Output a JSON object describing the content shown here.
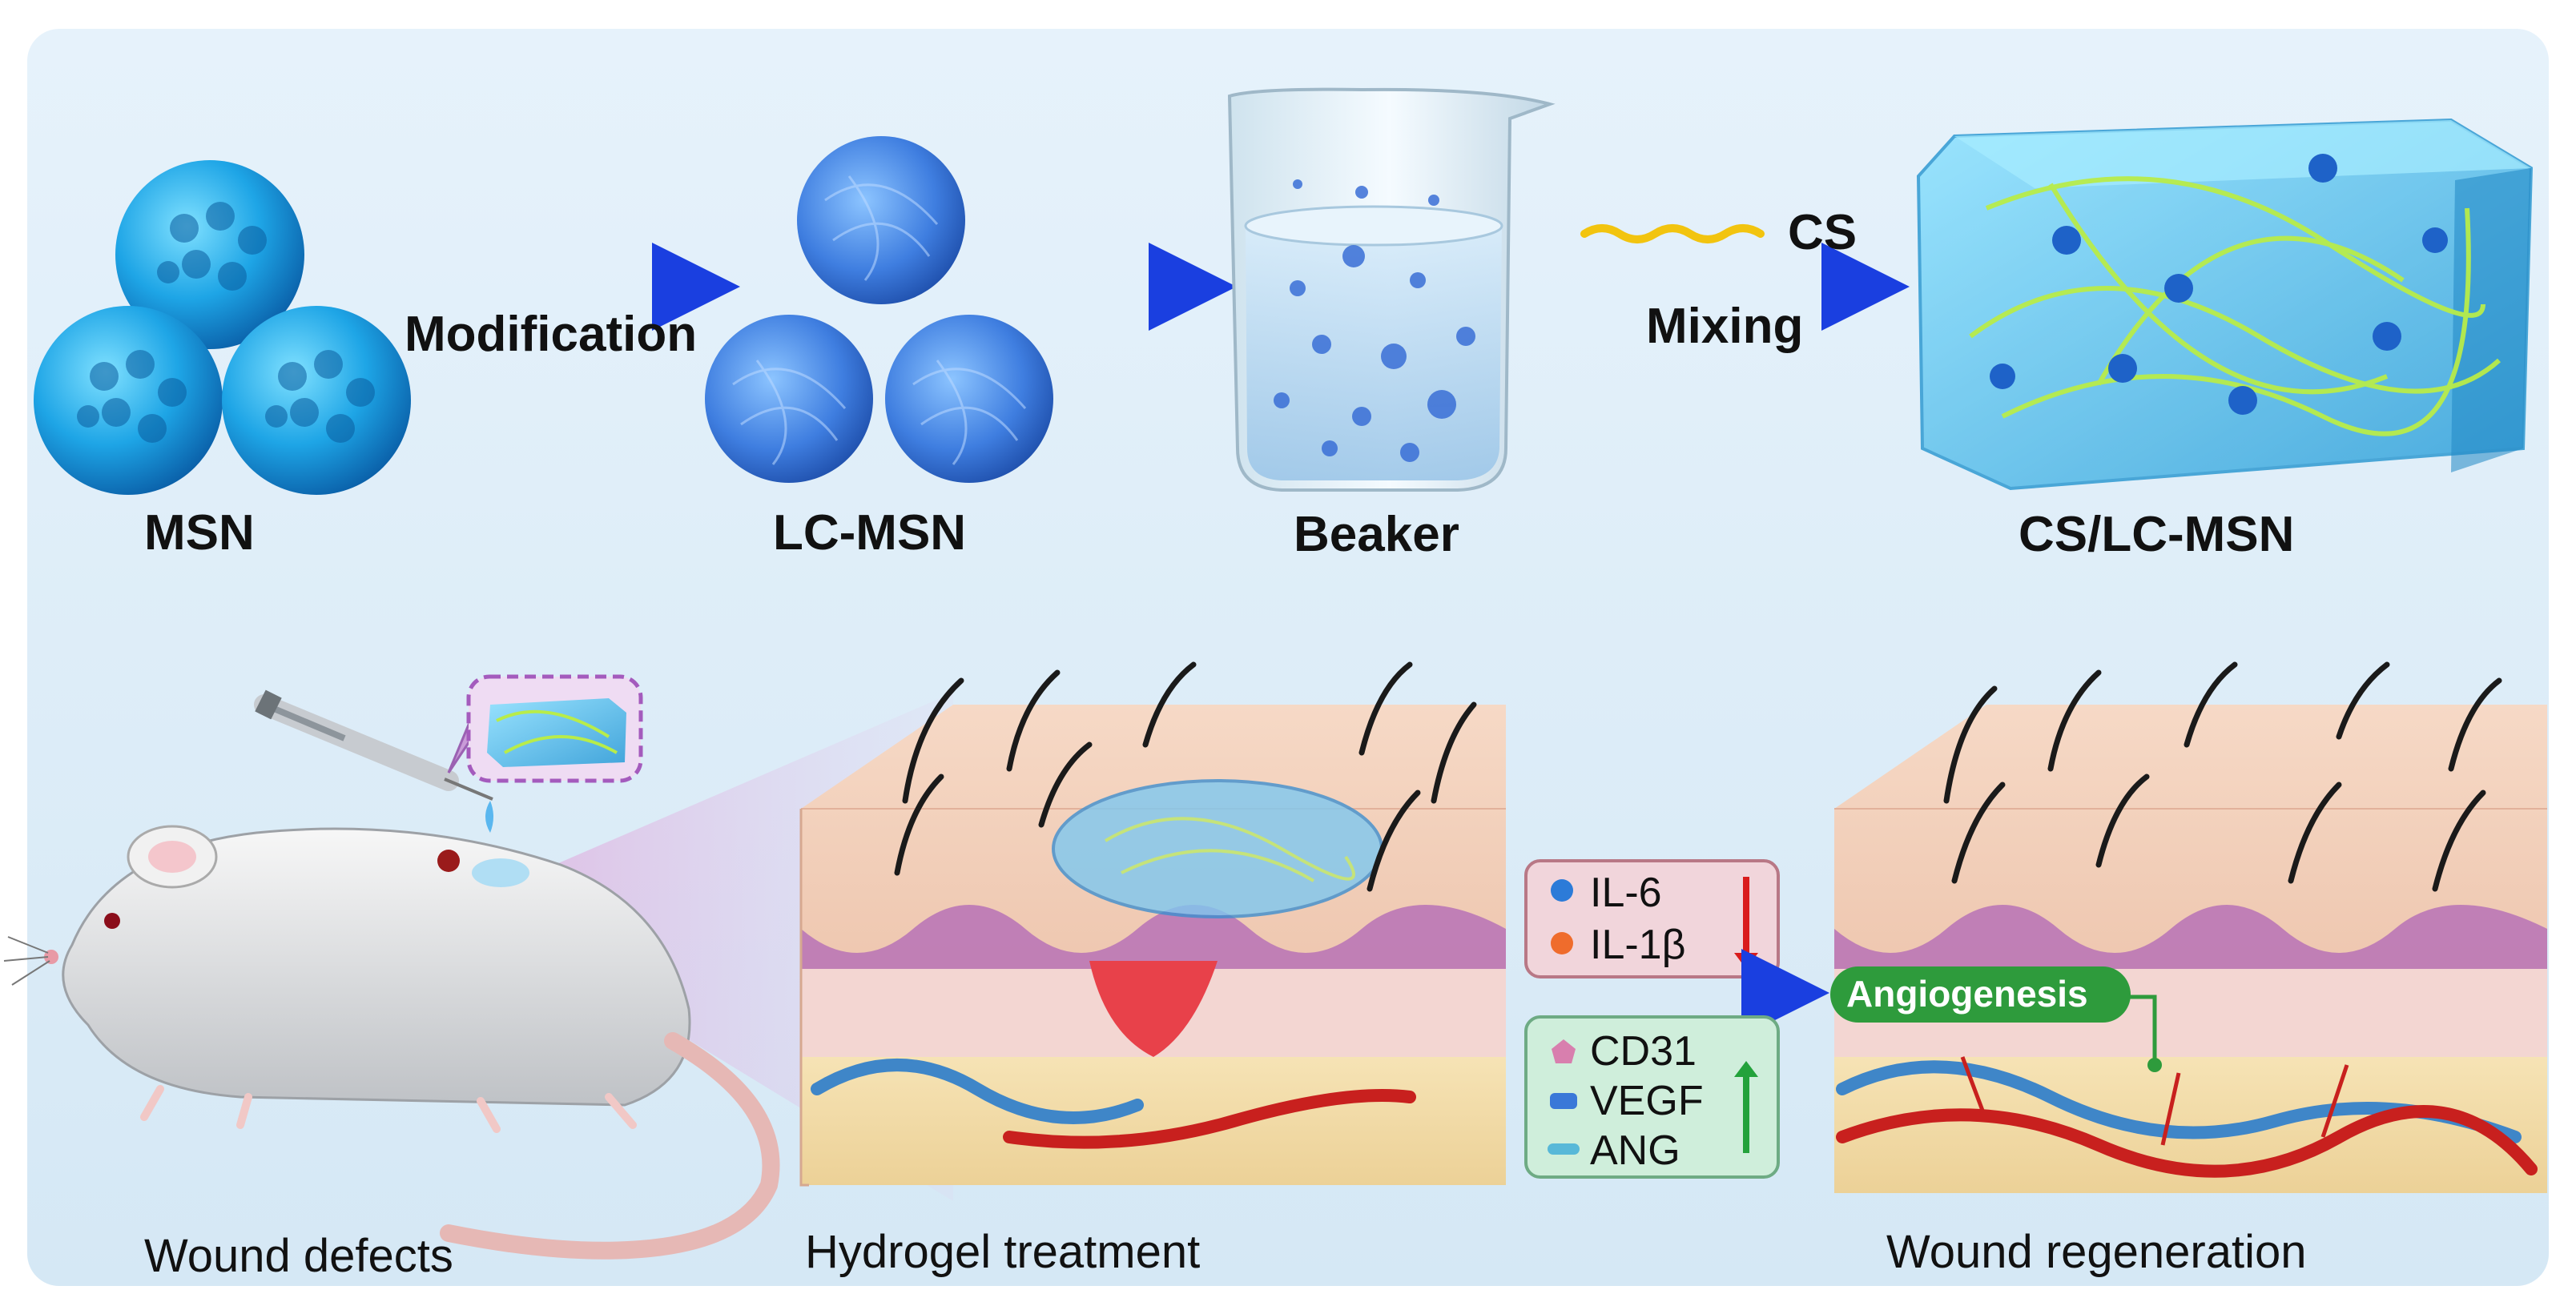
{
  "top_row": {
    "msn_label": "MSN",
    "modification_label": "Modification",
    "lc_msn_label": "LC-MSN",
    "beaker_label": "Beaker",
    "cs_label": "CS",
    "mixing_label": "Mixing",
    "hydrogel_label": "CS/LC-MSN"
  },
  "bottom_row": {
    "wound_defects_label": "Wound defects",
    "hydrogel_treatment_label": "Hydrogel treatment",
    "wound_regeneration_label": "Wound regeneration",
    "angiogenesis_label": "Angiogenesis"
  },
  "markers": {
    "down": [
      "IL-6",
      "IL-1β"
    ],
    "up": [
      "CD31",
      "VEGF",
      "ANG"
    ]
  },
  "colors": {
    "panel_bg": "#dfeef9",
    "arrow_blue": "#1e4fe0",
    "sphere_blue": "#23a7e8",
    "down_red": "#d91c1c",
    "up_green": "#23a23b",
    "angio_green": "#2e9b3c"
  }
}
